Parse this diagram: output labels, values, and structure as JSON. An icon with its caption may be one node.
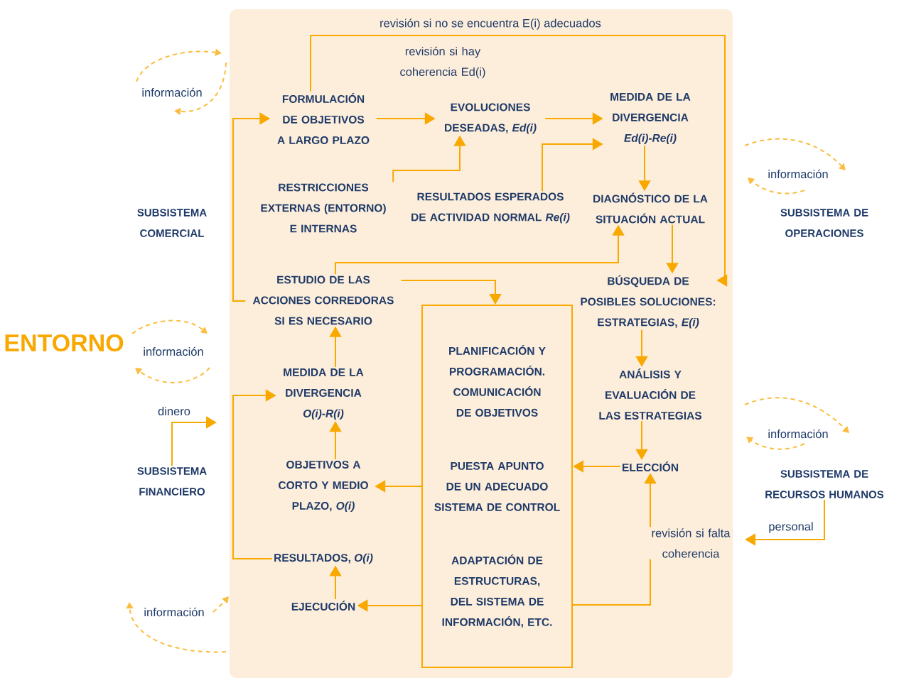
{
  "diagram": {
    "nodes": [
      {
        "text": [
          "FORMULACIÓN DE OBJETIVOS A LARGO PLAZO"
        ]
      },
      {
        "text": [
          "EVOLUCIONES DESEADAS, *Ed(i)*"
        ]
      },
      {
        "text": [
          "MEDIDA DE LA DIVERGENCIA *Ed(i)-Re(i)*"
        ]
      },
      {
        "text": [
          "RESTRICCIONES EXTERNAS (ENTORNO) E INTERNAS"
        ]
      },
      {
        "text": [
          "RESULTADOS ESPERADOS DE ACTIVIDAD NORMAL *Re(i)*"
        ]
      },
      {
        "text": [
          "DIAGNÓSTICO DE LA SITUACIÓN ACTUAL"
        ]
      },
      {
        "text": [
          "ESTUDIO DE LAS ACCIONES CORREDORAS SI ES NECESARIO"
        ]
      },
      {
        "text": [
          "BÚSQUEDA DE POSIBLES SOLUCIONES: ESTRATEGIAS, *E(i)*"
        ]
      },
      {
        "text": [
          "PLANIFICACIÓN Y PROGRAMACIÓN. COMUNICACIÓN DE OBJETIVOS",
          "PUESTA APUNTO DE UN ADECUADO SISTEMA DE CONTROL",
          "ADAPTACIÓN DE ESTRUCTURAS, DEL SISTEMA DE INFORMACIÓN, ETC."
        ]
      },
      {
        "text": [
          "ANÁLISIS Y EVALUACIÓN DE LAS ESTRATEGIAS"
        ]
      },
      {
        "text": [
          "ELECCIÓN"
        ]
      },
      {
        "text": [
          "MEDIDA DE LA DIVERGENCIA *O(i)-R(i)*"
        ]
      },
      {
        "text": [
          "OBJETIVOS A CORTO Y MEDIO PLAZO, *O(i)*"
        ]
      },
      {
        "text": [
          "RESULTADOS, *O(i)*"
        ]
      },
      {
        "text": [
          "EJECUCIÓN"
        ]
      },
      {
        "text": [
          "SUBSISTEMA COMERCIAL"
        ]
      },
      {
        "text": [
          "SUBSISTEMA FINANCIERO"
        ]
      },
      {
        "text": [
          "SUBSISTEMA DE OPERACIONES"
        ]
      },
      {
        "text": [
          "SUBSISTEMA DE RECURSOS HUMANOS"
        ]
      }
    ],
    "edges": [
      {
        "from": 0,
        "to": 1,
        "arrow": "to"
      },
      {
        "from": 1,
        "to": 2,
        "arrow": "to"
      },
      {
        "from": 3,
        "to": 1,
        "arrow": "to"
      },
      {
        "from": 4,
        "to": 2,
        "arrow": "to"
      },
      {
        "from": 2,
        "to": 5,
        "arrow": "to"
      },
      {
        "from": 5,
        "to": 7,
        "arrow": "to"
      },
      {
        "from": 6,
        "to": 5,
        "arrow": "to"
      },
      {
        "from": 6,
        "to": 8,
        "arrow": "to"
      },
      {
        "from": 7,
        "to": 9,
        "arrow": "to"
      },
      {
        "from": 9,
        "to": 10,
        "arrow": "to"
      },
      {
        "from": 10,
        "to": 8,
        "arrow": "to"
      },
      {
        "from": 8,
        "to": 12,
        "arrow": "to"
      },
      {
        "from": 8,
        "to": 14,
        "arrow": "to"
      },
      {
        "from": 14,
        "to": 13,
        "arrow": "to"
      },
      {
        "from": 12,
        "to": 11,
        "arrow": "to"
      },
      {
        "from": 11,
        "to": 6,
        "arrow": "to"
      },
      {
        "from": 13,
        "to": 11,
        "arrow": "to"
      },
      {
        "from": 6,
        "to": 0,
        "arrow": "to"
      },
      {
        "from": 0,
        "to": 7,
        "arrow": "to",
        "label": "revisión si no se encuentra E(i) adecuados"
      },
      {
        "from": 8,
        "to": 10,
        "arrow": "to",
        "label": "revisión si falta coherencia"
      },
      {
        "from": 16,
        "to": null,
        "arrow": "to",
        "label": "dinero"
      },
      {
        "from": 18,
        "to": null,
        "arrow": "to",
        "label": "personal"
      }
    ],
    "labels": [
      "revisión si hay coherencia Ed(i)",
      "información",
      "información",
      "ENTORNO",
      "información",
      "información",
      "información"
    ]
  }
}
